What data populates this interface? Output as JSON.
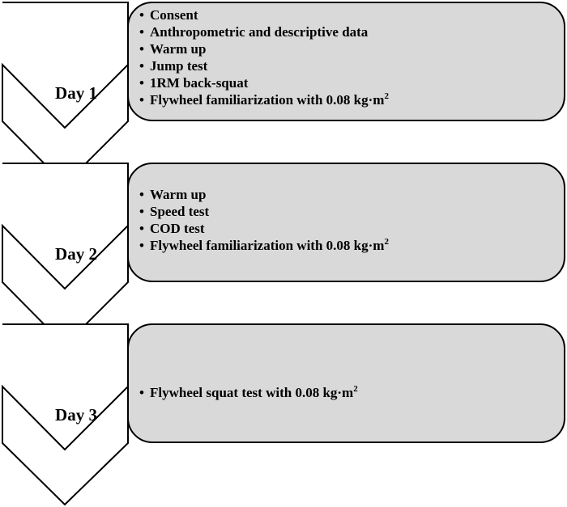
{
  "days": [
    {
      "label": "Day 1",
      "items": [
        {
          "text": "Consent"
        },
        {
          "text": "Anthropometric and descriptive  data"
        },
        {
          "text": "Warm up"
        },
        {
          "text": "Jump test"
        },
        {
          "text": "1RM back-squat"
        },
        {
          "text": "Flywheel familiarization with 0.08 kg·m",
          "sup": "2"
        }
      ]
    },
    {
      "label": "Day 2",
      "items": [
        {
          "text": "Warm up"
        },
        {
          "text": "Speed test"
        },
        {
          "text": "COD test"
        },
        {
          "text": "Flywheel familiarization with 0.08 kg·m",
          "sup": "2"
        }
      ]
    },
    {
      "label": "Day 3",
      "items": [
        {
          "text": "Flywheel squat test with 0.08 kg·m",
          "sup": "2"
        }
      ]
    }
  ],
  "colors": {
    "panel_fill": "#d9d9d9",
    "stroke": "#000000",
    "chevron_fill": "#ffffff"
  },
  "bullet": "•"
}
